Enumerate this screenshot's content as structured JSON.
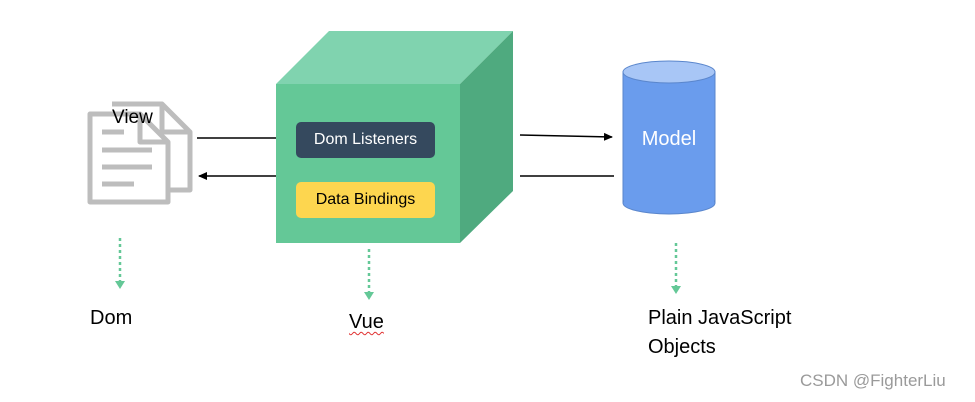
{
  "view": {
    "label": "View",
    "icon": "document-icon",
    "icon_color": "#bdbdbd"
  },
  "vue_box": {
    "label": "Vue",
    "front_color": "#64c897",
    "top_color": "#80d3af",
    "side_color": "#4faa7f",
    "dom_listeners_label": "Dom Listeners",
    "dom_listeners_color": "#35495e",
    "data_bindings_label": "Data Bindings",
    "data_bindings_color": "#fdd64f"
  },
  "model": {
    "label": "Model",
    "color": "#6a9ced"
  },
  "layers": {
    "dom_label": "Dom",
    "vue_label": "Vue",
    "plain_js_label": "Plain JavaScript Objects"
  },
  "connector_color": "#64c897",
  "watermark": "CSDN @FighterLiu"
}
